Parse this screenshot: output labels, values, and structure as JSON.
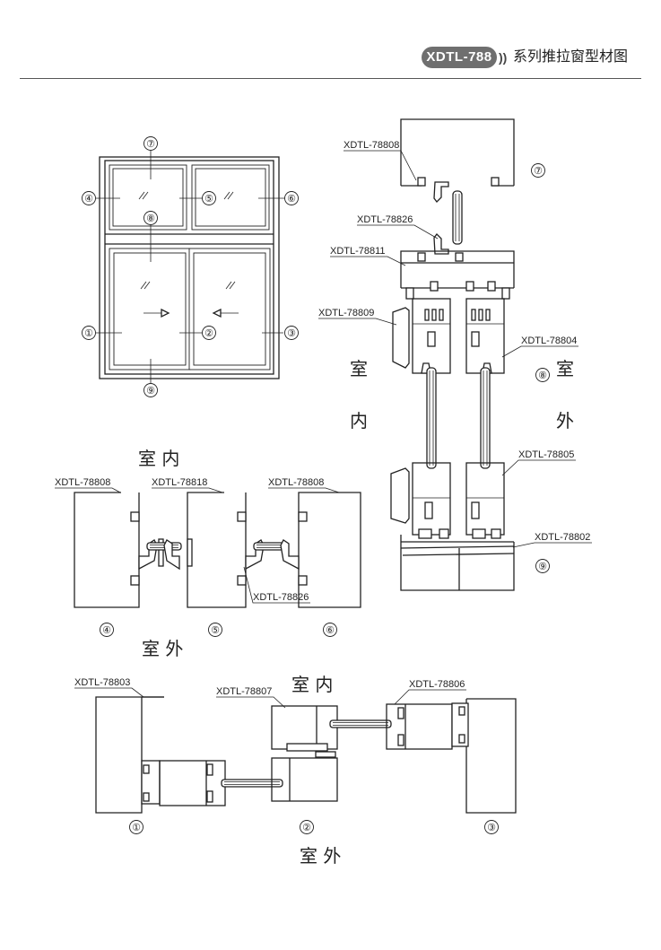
{
  "header": {
    "badge": "XDTL-788",
    "chevrons": "))",
    "title": "系列推拉窗型材图"
  },
  "labels": {
    "p78808": "XDTL-78808",
    "p78826": "XDTL-78826",
    "p78811": "XDTL-78811",
    "p78809": "XDTL-78809",
    "p78804": "XDTL-78804",
    "p78805": "XDTL-78805",
    "p78802": "XDTL-78802",
    "p78818": "XDTL-78818",
    "p78803": "XDTL-78803",
    "p78807": "XDTL-78807",
    "p78806": "XDTL-78806"
  },
  "text": {
    "shi": "室",
    "nei": "内",
    "wai": "外",
    "indoor": "室 内",
    "outdoor": "室 外"
  },
  "numbers": [
    "①",
    "②",
    "③",
    "④",
    "⑤",
    "⑥",
    "⑦",
    "⑧",
    "⑨"
  ],
  "arrows": {
    "right": "→",
    "left": "←"
  }
}
